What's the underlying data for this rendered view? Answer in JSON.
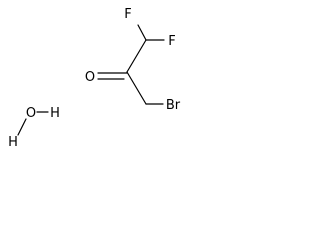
{
  "molecule": {
    "main": {
      "atoms": {
        "f_top": "F",
        "f_right": "F",
        "oxygen": "O",
        "bromine": "Br"
      }
    },
    "water": {
      "atoms": {
        "h_left": "H",
        "oxygen": "O",
        "h_right": "H"
      }
    }
  },
  "colors": {
    "bond": "#000000",
    "atom_label": "#000000",
    "background": "#ffffff"
  }
}
